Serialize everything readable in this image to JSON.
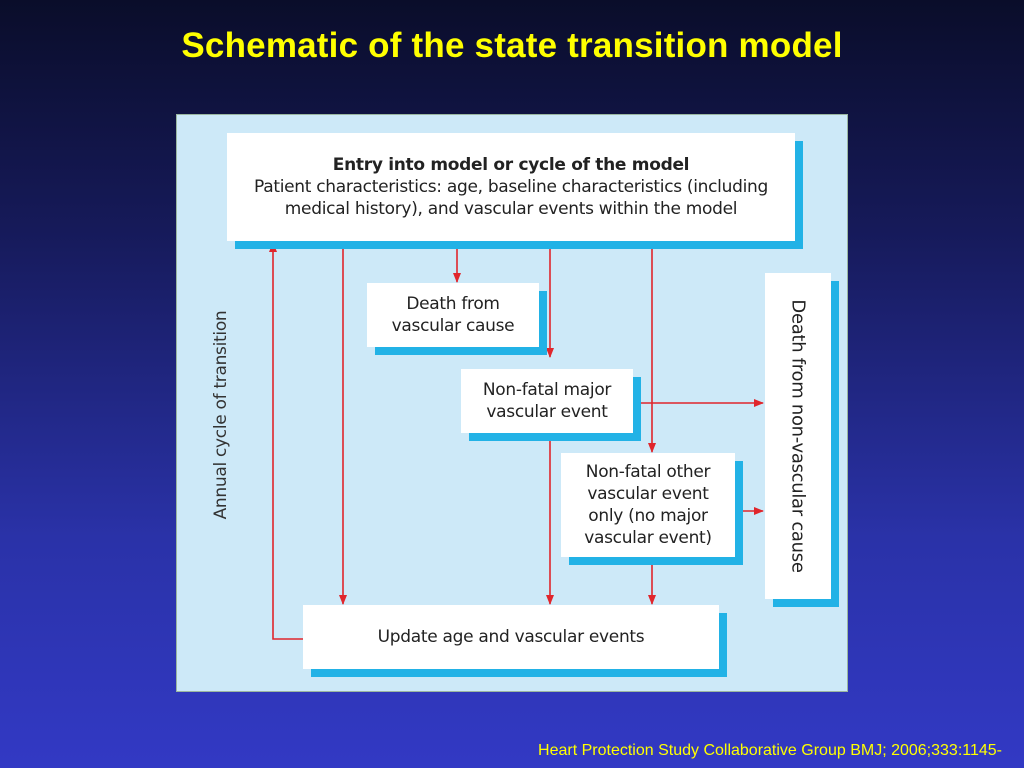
{
  "slide": {
    "title": "Schematic of the state transition model",
    "citation": "Heart Protection Study Collaborative Group BMJ; 2006;333:1145-"
  },
  "diagram": {
    "entry_box": {
      "heading": "Entry into model or cycle of the model",
      "line1": "Patient characteristics: age, baseline characteristics (including",
      "line2": "medical history), and vascular events within the model"
    },
    "death_vascular": {
      "line1": "Death from",
      "line2": "vascular cause"
    },
    "nonfatal_major": {
      "line1": "Non-fatal major",
      "line2": "vascular event"
    },
    "nonfatal_other": {
      "line1": "Non-fatal other",
      "line2": "vascular event",
      "line3": "only (no major",
      "line4": "vascular event)"
    },
    "update_box": "Update age and vascular events",
    "death_nonvascular": "Death from non-vascular cause",
    "cycle_label": "Annual cycle of transition",
    "arrow_color": "#e0262c",
    "panel_color": "#cde9f8",
    "shadow_color": "#22b2e6"
  }
}
